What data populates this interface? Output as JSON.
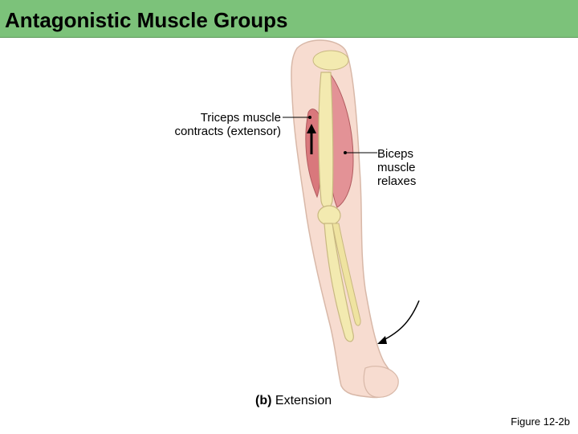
{
  "title": "Antagonistic Muscle Groups",
  "labels": {
    "triceps_line1": "Triceps muscle",
    "triceps_line2": "contracts (extensor)",
    "biceps_line1": "Biceps",
    "biceps_line2": "muscle",
    "biceps_line3": "relaxes"
  },
  "caption": {
    "part": "(b)",
    "name": "Extension"
  },
  "figure_ref": "Figure 12-2b",
  "colors": {
    "title_bar": "#7cc27a",
    "muscle": "#d9787c",
    "bone": "#f3eab0",
    "skin": "#f7dcd0"
  }
}
